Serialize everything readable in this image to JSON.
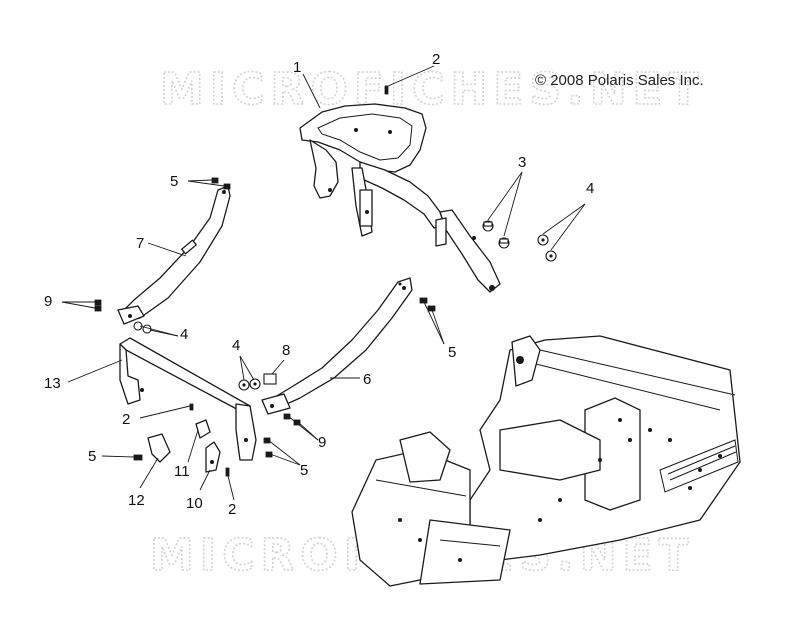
{
  "watermark": {
    "top": "MICROFICHES.NET",
    "bottom": "MICROFICHES.NET"
  },
  "copyright": "© 2008 Polaris Sales Inc.",
  "callouts": [
    {
      "id": "c1",
      "label": "1"
    },
    {
      "id": "c2a",
      "label": "2"
    },
    {
      "id": "c3",
      "label": "3"
    },
    {
      "id": "c4a",
      "label": "4"
    },
    {
      "id": "c5a",
      "label": "5"
    },
    {
      "id": "c7",
      "label": "7"
    },
    {
      "id": "c9a",
      "label": "9"
    },
    {
      "id": "c4b",
      "label": "4"
    },
    {
      "id": "c5b",
      "label": "5"
    },
    {
      "id": "c4c",
      "label": "4"
    },
    {
      "id": "c8",
      "label": "8"
    },
    {
      "id": "c6",
      "label": "6"
    },
    {
      "id": "c13",
      "label": "13"
    },
    {
      "id": "c2b",
      "label": "2"
    },
    {
      "id": "c9b",
      "label": "9"
    },
    {
      "id": "c5c",
      "label": "5"
    },
    {
      "id": "c5d",
      "label": "5"
    },
    {
      "id": "c11",
      "label": "11"
    },
    {
      "id": "c12",
      "label": "12"
    },
    {
      "id": "c10",
      "label": "10"
    },
    {
      "id": "c2c",
      "label": "2"
    }
  ]
}
